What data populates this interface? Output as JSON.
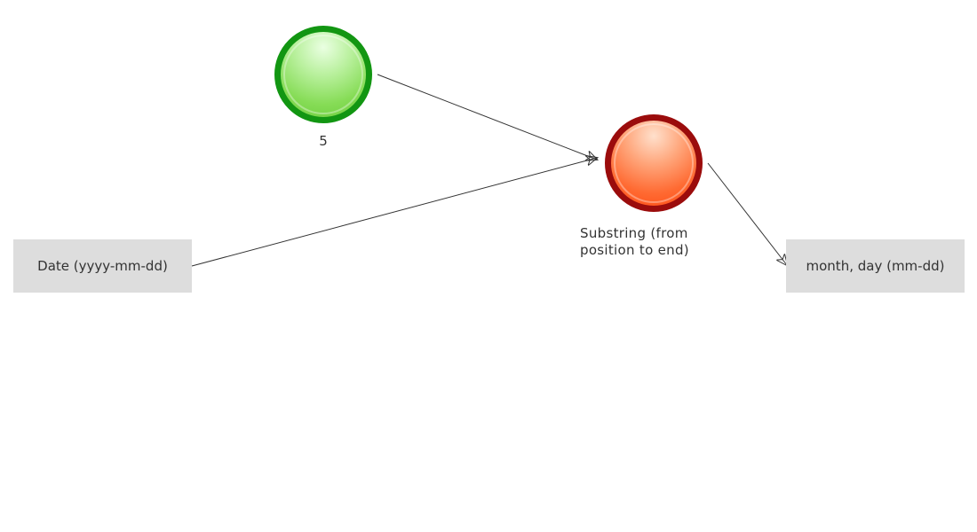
{
  "diagram": {
    "input_box": {
      "label": "Date (yyyy-mm-dd)"
    },
    "output_box": {
      "label": "month, day (mm-dd)"
    },
    "constant_node": {
      "label": "5",
      "color": "#129612"
    },
    "function_node": {
      "label_line1": "Substring (from",
      "label_line2": "position to end)",
      "color": "#9b0c0c"
    },
    "edges": [
      {
        "from": "constant_node",
        "to": "function_node"
      },
      {
        "from": "input_box",
        "to": "function_node"
      },
      {
        "from": "function_node",
        "to": "output_box"
      }
    ]
  }
}
